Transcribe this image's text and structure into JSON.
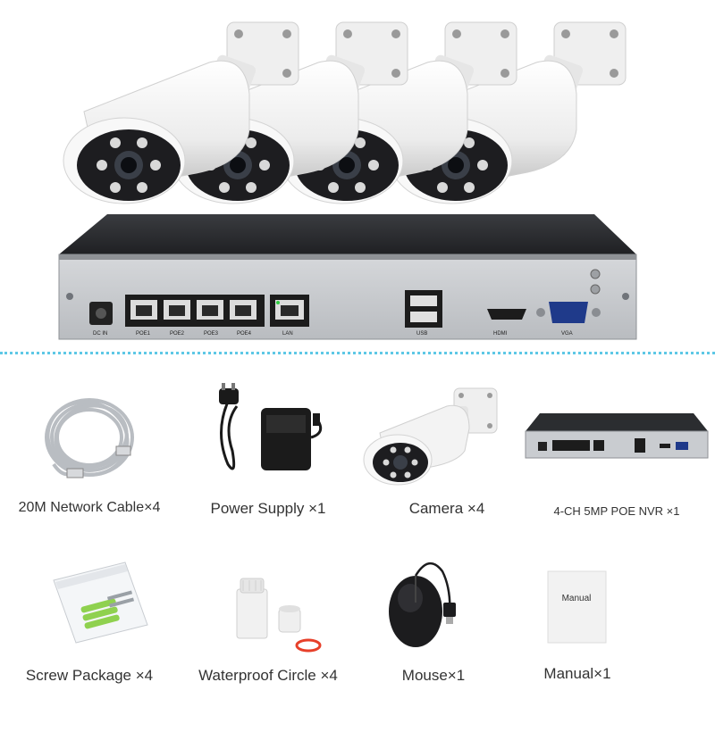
{
  "hero": {
    "camera_count": 4,
    "nvr_labels": {
      "dc_in": "DC IN",
      "poe_ports": [
        "POE1",
        "POE2",
        "POE3",
        "POE4"
      ],
      "lan": "LAN",
      "usb": "USB",
      "hdmi": "HDMI",
      "vga": "VGA"
    }
  },
  "accessories": [
    {
      "id": "network-cable",
      "label": "20M Network Cable×4"
    },
    {
      "id": "power-supply",
      "label": "Power Supply ×1"
    },
    {
      "id": "camera",
      "label": "Camera  ×4"
    },
    {
      "id": "nvr",
      "label": "4-CH 5MP POE NVR  ×1"
    },
    {
      "id": "screw-package",
      "label": "Screw Package ×4"
    },
    {
      "id": "waterproof-circle",
      "label": "Waterproof Circle ×4"
    },
    {
      "id": "mouse",
      "label": "Mouse×1"
    },
    {
      "id": "manual",
      "label": "Manual×1"
    }
  ],
  "manual_cover_text": "Manual",
  "colors": {
    "divider": "#5ec8e6",
    "nvr_body": "#2b2d30",
    "nvr_panel": "#c9ccd0",
    "camera_body": "#f4f4f4",
    "camera_face": "#1d1d20"
  }
}
